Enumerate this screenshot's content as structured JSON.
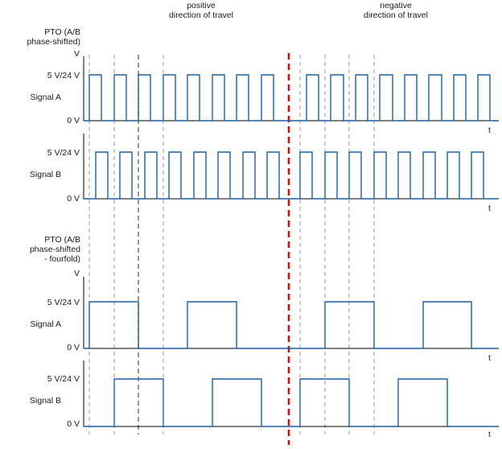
{
  "headings": {
    "positive": [
      "positive",
      "direction of travel"
    ],
    "negative": [
      "negative",
      "direction of travel"
    ]
  },
  "section1": {
    "title": [
      "PTO (A/B",
      "phase-shifted)"
    ],
    "v_label": "V",
    "signal_a": {
      "high": "5 V/24 V",
      "low": "0 V",
      "name": "Signal A"
    },
    "signal_b": {
      "high": "5 V/24 V",
      "low": "0 V",
      "name": "Signal B"
    },
    "t_label": "t"
  },
  "section2": {
    "title": [
      "PTO (A/B",
      "phase-shifted",
      "- fourfold)"
    ],
    "v_label": "V",
    "signal_a": {
      "high": "5 V/24 V",
      "low": "0 V",
      "name": "Signal A"
    },
    "signal_b": {
      "high": "5 V/24 V",
      "low": "0 V",
      "name": "Signal B"
    },
    "t_label": "t"
  },
  "colors": {
    "signal": "#1f5fa0",
    "direction_change": "#d01010",
    "guides": "#9a9a9a"
  }
}
